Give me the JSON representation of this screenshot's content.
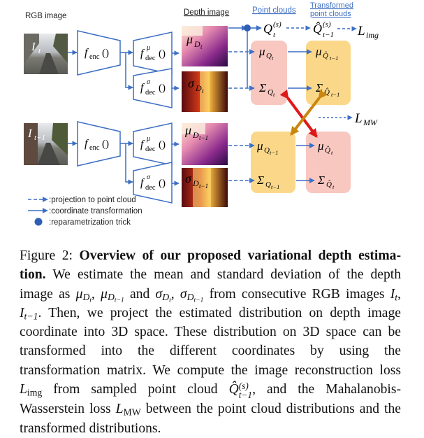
{
  "figure": {
    "headers": {
      "rgb": "RGB image",
      "depth": "Depth image",
      "point": "Point clouds",
      "transformed_line1": "Transformed",
      "transformed_line2": "point clouds"
    },
    "inputs": {
      "current": "I",
      "current_sub": "t",
      "previous": "I",
      "previous_sub": "t−1"
    },
    "encoder": {
      "label": "f",
      "sub": "enc",
      "parens": "()"
    },
    "decoder_mu": {
      "label": "f",
      "sup": "μ",
      "sub": "dec",
      "parens": "()"
    },
    "decoder_sigma": {
      "label": "f",
      "sup": "σ",
      "sub": "dec",
      "parens": "()"
    },
    "depth_labels": {
      "mu_t": "μ",
      "mu_t_sub": "D",
      "mu_t_subsub": "t",
      "sigma_t": "σ",
      "sigma_t_sub": "D",
      "sigma_t_subsub": "t",
      "mu_t1": "μ",
      "mu_t1_sub": "D",
      "mu_t1_subsub": "t−1",
      "sigma_t1": "σ",
      "sigma_t1_sub": "D",
      "sigma_t1_subsub": "t−1"
    },
    "point_labels": {
      "q_sample": "Q",
      "q_sample_sup": "(s)",
      "q_sample_sub": "t",
      "q_hat_sample": "Q̂",
      "q_hat_sample_sup": "(s)",
      "q_hat_sample_sub": "t−1",
      "mu_q_t": "μ",
      "mu_q_t_sub": "Q",
      "mu_q_t_subsub": "t",
      "sigma_q_t": "Σ",
      "sigma_q_t_sub": "Q",
      "sigma_q_t_subsub": "t",
      "mu_qhat_t1": "μ",
      "mu_qhat_t1_sub": "Q̂",
      "mu_qhat_t1_subsub": "t−1",
      "sigma_qhat_t1": "Σ",
      "sigma_qhat_t1_sub": "Q̂",
      "sigma_qhat_t1_subsub": "t−1",
      "mu_q_t1": "μ",
      "mu_q_t1_sub": "Q",
      "mu_q_t1_subsub": "t−1",
      "sigma_q_t1": "Σ",
      "sigma_q_t1_sub": "Q",
      "sigma_q_t1_subsub": "t−1",
      "mu_qhat_t": "μ",
      "mu_qhat_t_sub": "Q̂",
      "mu_qhat_t_subsub": "t",
      "sigma_qhat_t": "Σ",
      "sigma_qhat_t_sub": "Q̂",
      "sigma_qhat_t_subsub": "t"
    },
    "losses": {
      "img": "L",
      "img_sub": "img",
      "mw": "L",
      "mw_sub": "MW"
    },
    "legend": {
      "projection": ":projection to point cloud",
      "transformation": ":coordinate transformation",
      "reparam": ":reparametrization trick"
    },
    "colors": {
      "pink_box": "#f8c7c0",
      "yellow_box": "#fbd889",
      "arrow_blue": "#3d6fc4",
      "red_arrow": "#e01818",
      "gold_arrow": "#c9870f"
    }
  },
  "caption": {
    "lead": "Figure 2:",
    "title": "Overview of our proposed variational depth estima-tion.",
    "t1": "We estimate the mean and standard deviation of the depth image as",
    "mu": "μ",
    "sigma": "σ",
    "D": "D",
    "t": "t",
    "t_minus_1": "t−1",
    "t2": "and",
    "t3": "from consecutive RGB images",
    "I": "I",
    "t4": "Then, we project the estimated distribution on depth image coordinate into 3D space. These distribution on 3D space can be transformed into the different coordinates by using the transformation matrix. We compute the image reconstruction loss",
    "L": "L",
    "img": "img",
    "t5": "from sampled point cloud",
    "Qhat": "Q̂",
    "s": "(s)",
    "t6": "and the Mahalanobis-Wasserstein loss",
    "MW": "MW",
    "t7": "between the point cloud distributions and the transformed distributions."
  }
}
